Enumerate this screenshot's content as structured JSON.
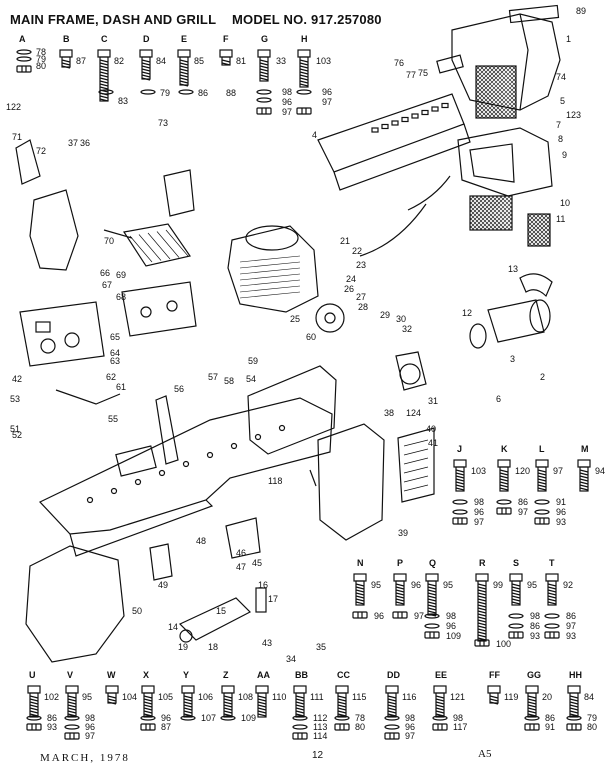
{
  "header": {
    "title": "MAIN FRAME, DASH AND GRILL",
    "model": "MODEL NO. 917.257080"
  },
  "footer": {
    "date": "MARCH, 1978",
    "page": "12",
    "sheet": "A5"
  },
  "hardware_letters": [
    "A",
    "B",
    "C",
    "D",
    "E",
    "F",
    "G",
    "H",
    "J",
    "K",
    "L",
    "M",
    "N",
    "P",
    "Q",
    "R",
    "S",
    "T",
    "U",
    "V",
    "W",
    "X",
    "Y",
    "Z",
    "AA",
    "BB",
    "CC",
    "DD",
    "EE",
    "FF",
    "GG",
    "HH"
  ],
  "hardware_row1": {
    "A": [
      "78",
      "79",
      "80"
    ],
    "B": [
      "87"
    ],
    "C": [
      "82",
      "83"
    ],
    "D": [
      "84",
      "79"
    ],
    "E": [
      "85",
      "86"
    ],
    "F": [
      "81"
    ],
    "G": [
      "33",
      "98",
      "96",
      "97"
    ],
    "H": [
      "103",
      "96",
      "97"
    ]
  },
  "hardware_right": {
    "J": [
      "103",
      "98",
      "96",
      "97"
    ],
    "K": [
      "120",
      "86",
      "97"
    ],
    "L": [
      "97",
      "91",
      "96",
      "93"
    ],
    "M": [
      "94"
    ],
    "N": [
      "95",
      "96"
    ],
    "P": [
      "96",
      "97"
    ],
    "Q": [
      "95",
      "98",
      "96",
      "109"
    ],
    "R": [
      "99",
      "100"
    ],
    "S": [
      "95",
      "98",
      "86",
      "93"
    ],
    "T": [
      "92",
      "86",
      "97",
      "93"
    ]
  },
  "hardware_bottom": {
    "U": [
      "102",
      "86",
      "93"
    ],
    "V": [
      "95",
      "98",
      "96",
      "97"
    ],
    "W": [
      "104"
    ],
    "X": [
      "105",
      "96",
      "87"
    ],
    "Y": [
      "106",
      "107"
    ],
    "Z": [
      "108",
      "109"
    ],
    "AA": [
      "110"
    ],
    "BB": [
      "111",
      "112",
      "113",
      "114"
    ],
    "CC": [
      "115",
      "78",
      "80"
    ],
    "DD": [
      "116",
      "98",
      "96",
      "97"
    ],
    "EE": [
      "121",
      "98",
      "117"
    ],
    "FF": [
      "119"
    ],
    "GG": [
      "20",
      "86",
      "91"
    ],
    "HH": [
      "84",
      "79",
      "80"
    ]
  },
  "callouts": [
    "1",
    "2",
    "3",
    "4",
    "5",
    "6",
    "7",
    "8",
    "9",
    "10",
    "11",
    "12",
    "13",
    "14",
    "15",
    "16",
    "17",
    "18",
    "19",
    "21",
    "22",
    "23",
    "24",
    "25",
    "26",
    "27",
    "28",
    "29",
    "30",
    "31",
    "32",
    "34",
    "35",
    "36",
    "37",
    "38",
    "39",
    "40",
    "41",
    "42",
    "43",
    "45",
    "46",
    "47",
    "48",
    "49",
    "50",
    "51",
    "52",
    "53",
    "54",
    "55",
    "56",
    "57",
    "58",
    "59",
    "60",
    "61",
    "62",
    "63",
    "64",
    "65",
    "66",
    "67",
    "68",
    "69",
    "70",
    "71",
    "72",
    "73",
    "74",
    "75",
    "76",
    "77",
    "88",
    "89",
    "118",
    "122",
    "123",
    "124"
  ]
}
